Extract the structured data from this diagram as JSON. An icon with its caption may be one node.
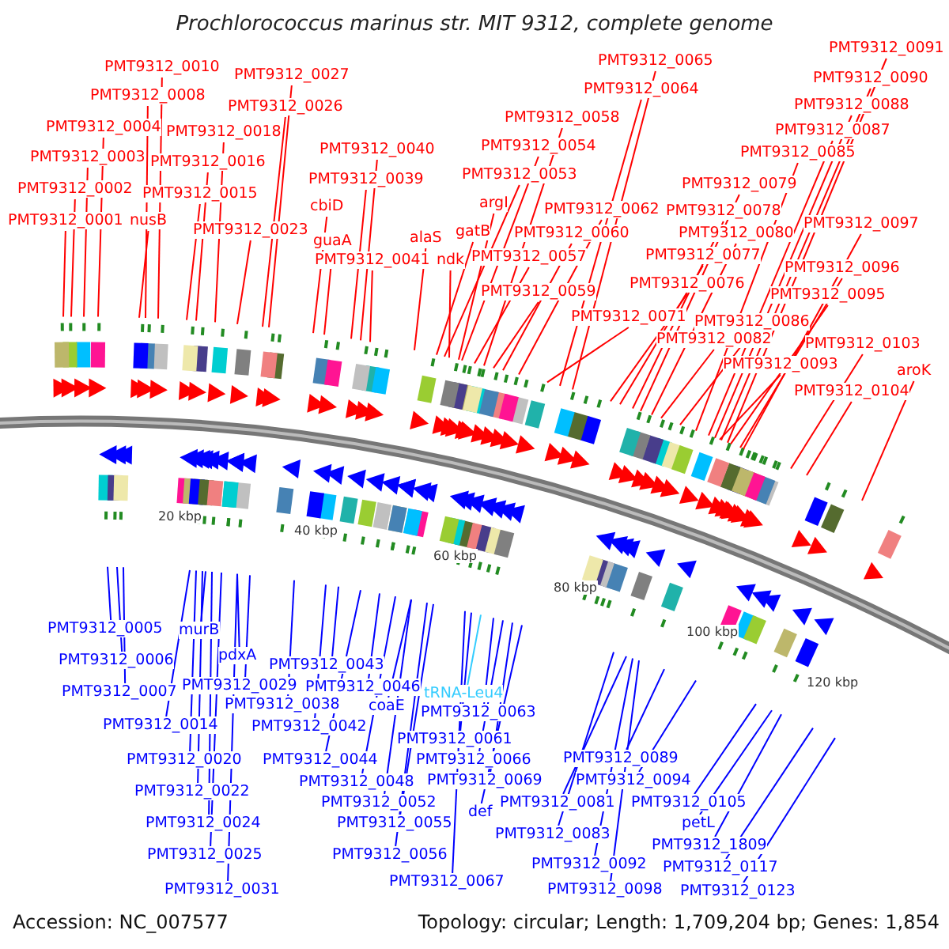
{
  "diagram": {
    "title": "Prochlorococcus marinus str. MIT 9312, complete genome",
    "nodes": [
      {
        "text": [
          "PMT9312_0010"
        ]
      },
      {
        "text": [
          "PMT9312_0008"
        ]
      },
      {
        "text": [
          "PMT9312_0004"
        ]
      },
      {
        "text": [
          "PMT9312_0003"
        ]
      },
      {
        "text": [
          "PMT9312_0002"
        ]
      },
      {
        "text": [
          "PMT9312_0001"
        ]
      },
      {
        "text": [
          "nusB"
        ]
      },
      {
        "text": [
          "PMT9312_0027"
        ]
      },
      {
        "text": [
          "PMT9312_0026"
        ]
      },
      {
        "text": [
          "PMT9312_0018"
        ]
      },
      {
        "text": [
          "PMT9312_0016"
        ]
      },
      {
        "text": [
          "PMT9312_0015"
        ]
      },
      {
        "text": [
          "PMT9312_0023"
        ]
      },
      {
        "text": [
          "PMT9312_0040"
        ]
      },
      {
        "text": [
          "PMT9312_0039"
        ]
      },
      {
        "text": [
          "cbiD"
        ]
      },
      {
        "text": [
          "guaA"
        ]
      },
      {
        "text": [
          "PMT9312_0041"
        ]
      },
      {
        "text": [
          "alaS"
        ]
      },
      {
        "text": [
          "ndk"
        ]
      },
      {
        "text": [
          "PMT9312_0065"
        ]
      },
      {
        "text": [
          "PMT9312_0064"
        ]
      },
      {
        "text": [
          "PMT9312_0058"
        ]
      },
      {
        "text": [
          "PMT9312_0054"
        ]
      },
      {
        "text": [
          "PMT9312_0053"
        ]
      },
      {
        "text": [
          "argI"
        ]
      },
      {
        "text": [
          "gatB"
        ]
      },
      {
        "text": [
          "PMT9312_0062"
        ]
      },
      {
        "text": [
          "PMT9312_0060"
        ]
      },
      {
        "text": [
          "PMT9312_0057"
        ]
      },
      {
        "text": [
          "PMT9312_0059"
        ]
      },
      {
        "text": [
          "PMT9312_0071"
        ]
      },
      {
        "text": [
          "PMT9312_0091"
        ]
      },
      {
        "text": [
          "PMT9312_0090"
        ]
      },
      {
        "text": [
          "PMT9312_0088"
        ]
      },
      {
        "text": [
          "PMT9312_0087"
        ]
      },
      {
        "text": [
          "PMT9312_0085"
        ]
      },
      {
        "text": [
          "PMT9312_0079"
        ]
      },
      {
        "text": [
          "PMT9312_0078"
        ]
      },
      {
        "text": [
          "PMT9312_0080"
        ]
      },
      {
        "text": [
          "PMT9312_0077"
        ]
      },
      {
        "text": [
          "PMT9312_0076"
        ]
      },
      {
        "text": [
          "PMT9312_0097"
        ]
      },
      {
        "text": [
          "PMT9312_0096"
        ]
      },
      {
        "text": [
          "PMT9312_0095"
        ]
      },
      {
        "text": [
          "PMT9312_0086"
        ]
      },
      {
        "text": [
          "PMT9312_0082"
        ]
      },
      {
        "text": [
          "PMT9312_0093"
        ]
      },
      {
        "text": [
          "PMT9312_0103"
        ]
      },
      {
        "text": [
          "PMT9312_0104"
        ]
      },
      {
        "text": [
          "aroK"
        ]
      },
      {
        "text": [
          "PMT9312_0005"
        ]
      },
      {
        "text": [
          "PMT9312_0006"
        ]
      },
      {
        "text": [
          "PMT9312_0007"
        ]
      },
      {
        "text": [
          "murB"
        ]
      },
      {
        "text": [
          "pdxA"
        ]
      },
      {
        "text": [
          "PMT9312_0029"
        ]
      },
      {
        "text": [
          "PMT9312_0038"
        ]
      },
      {
        "text": [
          "PMT9312_0014"
        ]
      },
      {
        "text": [
          "PMT9312_0043"
        ]
      },
      {
        "text": [
          "PMT9312_0046"
        ]
      },
      {
        "text": [
          "coaE"
        ]
      },
      {
        "text": [
          "PMT9312_0042"
        ]
      },
      {
        "text": [
          "tRNA-Leu4"
        ]
      },
      {
        "text": [
          "PMT9312_0063"
        ]
      },
      {
        "text": [
          "PMT9312_0061"
        ]
      },
      {
        "text": [
          "PMT9312_0066"
        ]
      },
      {
        "text": [
          "PMT9312_0069"
        ]
      },
      {
        "text": [
          "def"
        ]
      },
      {
        "text": [
          "PMT9312_0044"
        ]
      },
      {
        "text": [
          "PMT9312_0048"
        ]
      },
      {
        "text": [
          "PMT9312_0052"
        ]
      },
      {
        "text": [
          "PMT9312_0055"
        ]
      },
      {
        "text": [
          "PMT9312_0056"
        ]
      },
      {
        "text": [
          "PMT9312_0067"
        ]
      },
      {
        "text": [
          "PMT9312_0020"
        ]
      },
      {
        "text": [
          "PMT9312_0022"
        ]
      },
      {
        "text": [
          "PMT9312_0024"
        ]
      },
      {
        "text": [
          "PMT9312_0025"
        ]
      },
      {
        "text": [
          "PMT9312_0031"
        ]
      },
      {
        "text": [
          "PMT9312_0081"
        ]
      },
      {
        "text": [
          "PMT9312_0083"
        ]
      },
      {
        "text": [
          "PMT9312_0089"
        ]
      },
      {
        "text": [
          "PMT9312_0094"
        ]
      },
      {
        "text": [
          "PMT9312_0092"
        ]
      },
      {
        "text": [
          "PMT9312_0098"
        ]
      },
      {
        "text": [
          "PMT9312_0105"
        ]
      },
      {
        "text": [
          "petL"
        ]
      },
      {
        "text": [
          "PMT9312_1809"
        ]
      },
      {
        "text": [
          "PMT9312_0117"
        ]
      },
      {
        "text": [
          "PMT9312_0123"
        ]
      }
    ],
    "edges": [
      {
        "from": 0,
        "to": null,
        "arrow": "none"
      },
      {
        "from": 1,
        "to": null,
        "arrow": "none"
      },
      {
        "from": 2,
        "to": null,
        "arrow": "none"
      },
      {
        "from": 3,
        "to": null,
        "arrow": "none"
      },
      {
        "from": 4,
        "to": null,
        "arrow": "none"
      },
      {
        "from": 5,
        "to": null,
        "arrow": "none"
      },
      {
        "from": 6,
        "to": null,
        "arrow": "none"
      },
      {
        "from": 7,
        "to": null,
        "arrow": "none"
      },
      {
        "from": 8,
        "to": null,
        "arrow": "none"
      },
      {
        "from": 9,
        "to": null,
        "arrow": "none"
      },
      {
        "from": 10,
        "to": null,
        "arrow": "none"
      },
      {
        "from": 11,
        "to": null,
        "arrow": "none"
      },
      {
        "from": 12,
        "to": null,
        "arrow": "none"
      },
      {
        "from": 13,
        "to": null,
        "arrow": "none"
      },
      {
        "from": 14,
        "to": null,
        "arrow": "none"
      },
      {
        "from": 15,
        "to": null,
        "arrow": "none"
      },
      {
        "from": 16,
        "to": null,
        "arrow": "none"
      },
      {
        "from": 17,
        "to": null,
        "arrow": "none"
      },
      {
        "from": 18,
        "to": null,
        "arrow": "none"
      },
      {
        "from": 19,
        "to": null,
        "arrow": "none"
      },
      {
        "from": 20,
        "to": null,
        "arrow": "none"
      },
      {
        "from": 21,
        "to": null,
        "arrow": "none"
      },
      {
        "from": 22,
        "to": null,
        "arrow": "none"
      },
      {
        "from": 23,
        "to": null,
        "arrow": "none"
      },
      {
        "from": 24,
        "to": null,
        "arrow": "none"
      },
      {
        "from": 25,
        "to": null,
        "arrow": "none"
      },
      {
        "from": 26,
        "to": null,
        "arrow": "none"
      },
      {
        "from": 27,
        "to": null,
        "arrow": "none"
      },
      {
        "from": 28,
        "to": null,
        "arrow": "none"
      },
      {
        "from": 29,
        "to": null,
        "arrow": "none"
      },
      {
        "from": 30,
        "to": null,
        "arrow": "none"
      },
      {
        "from": 31,
        "to": null,
        "arrow": "none"
      },
      {
        "from": 32,
        "to": null,
        "arrow": "none"
      },
      {
        "from": 33,
        "to": null,
        "arrow": "none"
      },
      {
        "from": 34,
        "to": null,
        "arrow": "none"
      },
      {
        "from": 35,
        "to": null,
        "arrow": "none"
      },
      {
        "from": 36,
        "to": null,
        "arrow": "none"
      },
      {
        "from": 37,
        "to": null,
        "arrow": "none"
      },
      {
        "from": 38,
        "to": null,
        "arrow": "none"
      },
      {
        "from": 39,
        "to": null,
        "arrow": "none"
      },
      {
        "from": 40,
        "to": null,
        "arrow": "none"
      },
      {
        "from": 41,
        "to": null,
        "arrow": "none"
      },
      {
        "from": 42,
        "to": null,
        "arrow": "none"
      },
      {
        "from": 43,
        "to": null,
        "arrow": "none"
      },
      {
        "from": 44,
        "to": null,
        "arrow": "none"
      },
      {
        "from": 45,
        "to": null,
        "arrow": "none"
      },
      {
        "from": 46,
        "to": null,
        "arrow": "none"
      },
      {
        "from": 47,
        "to": null,
        "arrow": "none"
      },
      {
        "from": 48,
        "to": null,
        "arrow": "none"
      },
      {
        "from": 49,
        "to": null,
        "arrow": "none"
      },
      {
        "from": 50,
        "to": null,
        "arrow": "none"
      },
      {
        "from": 51,
        "to": null,
        "arrow": "none",
        "color": "#0000ff"
      },
      {
        "from": 52,
        "to": null,
        "arrow": "none",
        "color": "#0000ff"
      },
      {
        "from": 53,
        "to": null,
        "arrow": "none",
        "color": "#0000ff"
      },
      {
        "from": 54,
        "to": null,
        "arrow": "none",
        "color": "#0000ff"
      },
      {
        "from": 55,
        "to": null,
        "arrow": "none",
        "color": "#0000ff"
      },
      {
        "from": 56,
        "to": null,
        "arrow": "none",
        "color": "#0000ff"
      },
      {
        "from": 57,
        "to": null,
        "arrow": "none",
        "color": "#0000ff"
      },
      {
        "from": 58,
        "to": null,
        "arrow": "none",
        "color": "#0000ff"
      },
      {
        "from": 59,
        "to": null,
        "arrow": "none",
        "color": "#0000ff"
      },
      {
        "from": 60,
        "to": null,
        "arrow": "none",
        "color": "#0000ff"
      },
      {
        "from": 61,
        "to": null,
        "arrow": "none",
        "color": "#0000ff"
      },
      {
        "from": 62,
        "to": null,
        "arrow": "none",
        "color": "#0000ff"
      },
      {
        "from": 63,
        "to": null,
        "arrow": "none",
        "color": "#33ccff"
      },
      {
        "from": 64,
        "to": null,
        "arrow": "none",
        "color": "#0000ff"
      },
      {
        "from": 65,
        "to": null,
        "arrow": "none",
        "color": "#0000ff"
      },
      {
        "from": 66,
        "to": null,
        "arrow": "none",
        "color": "#0000ff"
      },
      {
        "from": 67,
        "to": null,
        "arrow": "none",
        "color": "#0000ff"
      },
      {
        "from": 68,
        "to": null,
        "arrow": "none",
        "color": "#0000ff"
      },
      {
        "from": 69,
        "to": null,
        "arrow": "none",
        "color": "#0000ff"
      },
      {
        "from": 70,
        "to": null,
        "arrow": "none",
        "color": "#0000ff"
      },
      {
        "from": 71,
        "to": null,
        "arrow": "none",
        "color": "#0000ff"
      },
      {
        "from": 72,
        "to": null,
        "arrow": "none",
        "color": "#0000ff"
      },
      {
        "from": 73,
        "to": null,
        "arrow": "none",
        "color": "#0000ff"
      },
      {
        "from": 74,
        "to": null,
        "arrow": "none",
        "color": "#0000ff"
      },
      {
        "from": 75,
        "to": null,
        "arrow": "none",
        "color": "#0000ff"
      },
      {
        "from": 76,
        "to": null,
        "arrow": "none",
        "color": "#0000ff"
      },
      {
        "from": 77,
        "to": null,
        "arrow": "none",
        "color": "#0000ff"
      },
      {
        "from": 78,
        "to": null,
        "arrow": "none",
        "color": "#0000ff"
      },
      {
        "from": 79,
        "to": null,
        "arrow": "none",
        "color": "#0000ff"
      },
      {
        "from": 80,
        "to": null,
        "arrow": "none",
        "color": "#0000ff"
      },
      {
        "from": 81,
        "to": null,
        "arrow": "none",
        "color": "#0000ff"
      },
      {
        "from": 82,
        "to": null,
        "arrow": "none",
        "color": "#0000ff"
      },
      {
        "from": 83,
        "to": null,
        "arrow": "none",
        "color": "#0000ff"
      },
      {
        "from": 84,
        "to": null,
        "arrow": "none",
        "color": "#0000ff"
      },
      {
        "from": 85,
        "to": null,
        "arrow": "none",
        "color": "#0000ff"
      },
      {
        "from": 86,
        "to": null,
        "arrow": "none",
        "color": "#0000ff"
      },
      {
        "from": 87,
        "to": null,
        "arrow": "none",
        "color": "#0000ff"
      },
      {
        "from": 88,
        "to": null,
        "arrow": "none",
        "color": "#0000ff"
      },
      {
        "from": 89,
        "to": null,
        "arrow": "none",
        "color": "#0000ff"
      },
      {
        "from": 90,
        "to": null,
        "arrow": "none",
        "color": "#0000ff"
      }
    ],
    "labels": [
      "20 kbp",
      "40 kbp",
      "60 kbp",
      "80 kbp",
      "100 kbp",
      "120 kbp",
      "Accession: NC_007577",
      "Topology: circular; Length: 1,709,204 bp; Genes: 1,854"
    ]
  }
}
